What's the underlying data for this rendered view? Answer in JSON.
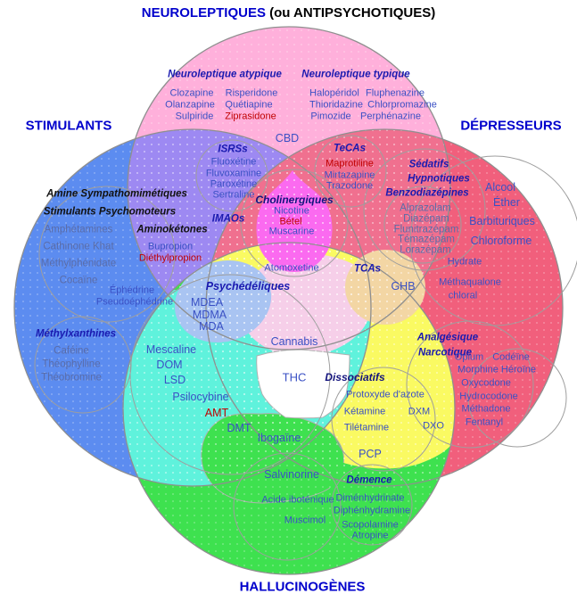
{
  "title": {
    "neuro": "NEUROLEPTIQUES",
    "paren": " (ou ANTIPSYCHOTIQUES)"
  },
  "axes": {
    "stimulants": "STIMULANTS",
    "depresseurs": "DÉPRESSEURS",
    "hallucinogenes": "HALLUCINOGÈNES"
  },
  "colors": {
    "pink": "#ffb0db",
    "blue": "#5c8cf0",
    "red": "#f15f7c",
    "green": "#3ee14f",
    "purple": "#9d89f2",
    "rose": "#f0708f",
    "cyan": "#5ff2dc",
    "yellow": "#fafa62",
    "light_pink": "#f6cfe9",
    "light_blue": "#a9c4f2",
    "tan": "#f3d6a4",
    "magenta": "#fb6af0",
    "accent_blue": "#0000cc",
    "drug_red": "#c00000"
  },
  "neuroleptique_atypique": {
    "header": "Neuroleptique atypique",
    "items": [
      "Clozapine",
      "Risperidone",
      "Olanzapine",
      "Quétiapine",
      "Sulpiride",
      "Ziprasidone"
    ]
  },
  "neuroleptique_typique": {
    "header": "Neuroleptique typique",
    "items": [
      "Halopéridol",
      "Fluphenazine",
      "Thioridazine",
      "Chlorpromazine",
      "Pimozide",
      "Perphénazine"
    ]
  },
  "cbd": "CBD",
  "isrs": {
    "header": "ISRSs",
    "items": [
      "Fluoxétine",
      "Fluvoxamine",
      "Paroxétine",
      "Sertraline"
    ]
  },
  "imaos": "IMAOs",
  "tecas": {
    "header": "TeCAs",
    "items": [
      "Maprotiline",
      "Mirtazapine",
      "Trazodone"
    ]
  },
  "cholinergiques": {
    "header": "Cholinergiques",
    "items": [
      "Nicotine",
      "Bétel",
      "Muscarine"
    ]
  },
  "amines": {
    "header1": "Amine Sympathomimétiques",
    "header2": "Stimulants Psychomoteurs",
    "items": [
      "Amphétamines",
      "Cathinone Khat",
      "Méthylphénidate",
      "Cocaïne"
    ],
    "extra": [
      "Éphédrine",
      "Pseudoéphédrine"
    ]
  },
  "aminoketones": {
    "header": "Aminokétones",
    "items": [
      "Bupropion",
      "Diéthylpropion"
    ]
  },
  "methylxanthines": {
    "header": "Méthylxanthines",
    "items": [
      "Caféine",
      "Théophylline",
      "Théobromine"
    ]
  },
  "atomoxetine": "Atomoxetine",
  "psychedeliques": {
    "header": "Psychédéliques",
    "mdxa": [
      "MDEA",
      "MDMA",
      "MDA"
    ],
    "items": [
      "Mescaline",
      "DOM",
      "LSD",
      "Psilocybine",
      "AMT",
      "DMT"
    ]
  },
  "cannabis": "Cannabis",
  "thc": "THC",
  "tcas": "TCAs",
  "ghb": "GHB",
  "sedatifs": {
    "header1": "Sédatifs",
    "header2": "Hypnotiques",
    "header3": "Benzodiazépines",
    "items": [
      "Alprazolam",
      "Diazépam",
      "Flunitrazépam",
      "Témazépam",
      "Lorazépam"
    ]
  },
  "depresseurs_divers": [
    "Alcool",
    "Éther",
    "Barbituriques",
    "Chloroforme"
  ],
  "hydrate_chloral": [
    "Hydrate",
    "Méthaqualone",
    "chloral"
  ],
  "dissociatifs": {
    "header": "Dissociatifs",
    "items": [
      "Protoxyde d'azote",
      "Kétamine",
      "DXM",
      "Tilétamine",
      "DXO",
      "PCP"
    ]
  },
  "analgesique": {
    "header1": "Analgésique",
    "header2": "Narcotique",
    "items": [
      "Opium",
      "Codéïne",
      "Morphine Héroïne",
      "Oxycodone",
      "Hydrocodone",
      "Méthadone",
      "Fentanyl"
    ]
  },
  "hallucinogenes_items": [
    "Ibogaïne",
    "Salvinorine",
    "Acide iboténique",
    "Muscimol"
  ],
  "demence": {
    "header": "Démence",
    "items": [
      "Diménhydrinate",
      "Diphénhydramine",
      "Scopolamine",
      "Atropine"
    ]
  }
}
